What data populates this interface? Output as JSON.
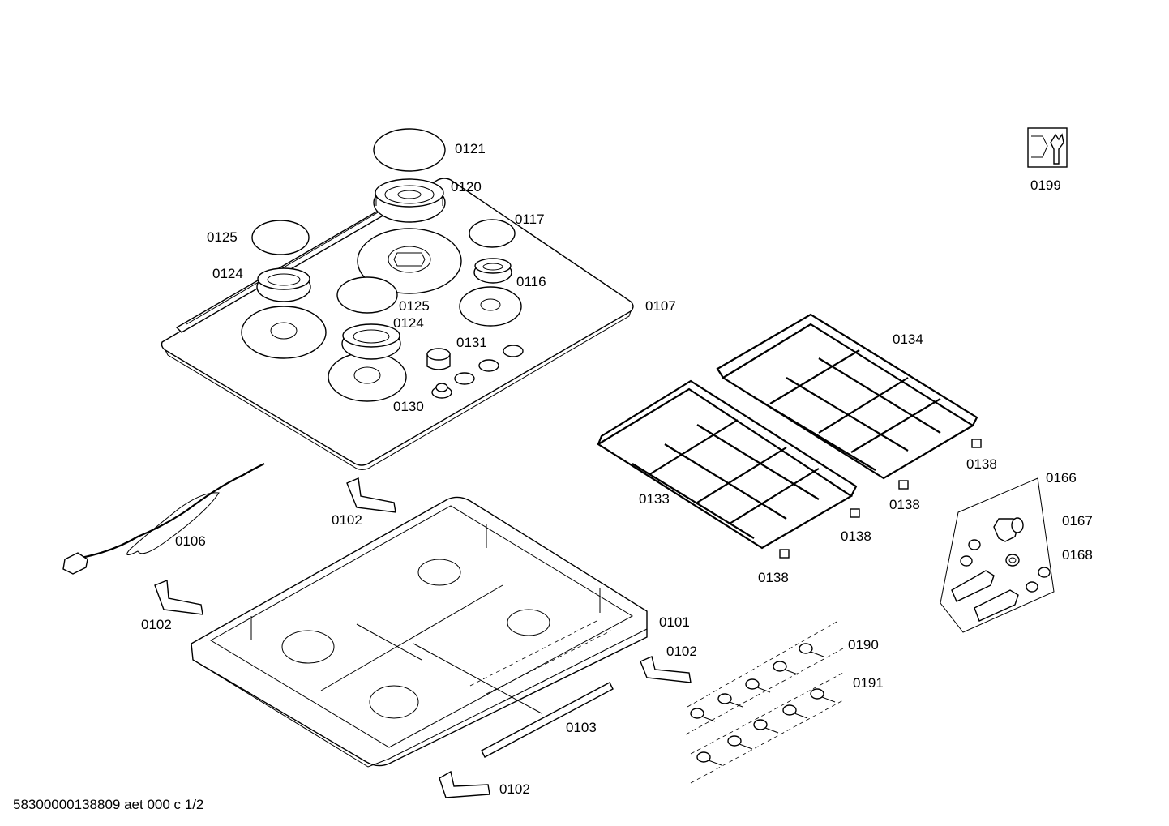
{
  "diagram": {
    "footer": "58300000138809 aet 000 c 1/2",
    "icon": "wrench-tool-icon",
    "labels": {
      "l0121": "0121",
      "l0120": "0120",
      "l0117": "0117",
      "l0125a": "0125",
      "l0124a": "0124",
      "l0116": "0116",
      "l0125b": "0125",
      "l0124b": "0124",
      "l0107": "0107",
      "l0131": "0131",
      "l0130": "0130",
      "l0199": "0199",
      "l0134": "0134",
      "l0133": "0133",
      "l0138a": "0138",
      "l0138b": "0138",
      "l0138c": "0138",
      "l0138d": "0138",
      "l0166": "0166",
      "l0167": "0167",
      "l0168": "0168",
      "l0102a": "0102",
      "l0102b": "0102",
      "l0102c": "0102",
      "l0102d": "0102",
      "l0106": "0106",
      "l0101": "0101",
      "l0103": "0103",
      "l0190": "0190",
      "l0191": "0191"
    }
  }
}
